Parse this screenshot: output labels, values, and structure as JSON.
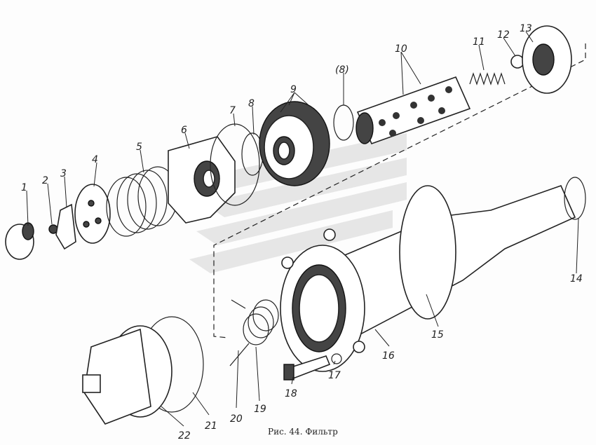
{
  "caption": "Рис. 44. Фильтр",
  "part_labels": [
    "1",
    "2",
    "3",
    "4",
    "5",
    "6",
    "7",
    "8",
    "9",
    "(8)",
    "10",
    "11",
    "12",
    "13",
    "14",
    "15",
    "16",
    "17",
    "18",
    "19",
    "20",
    "21",
    "22"
  ]
}
